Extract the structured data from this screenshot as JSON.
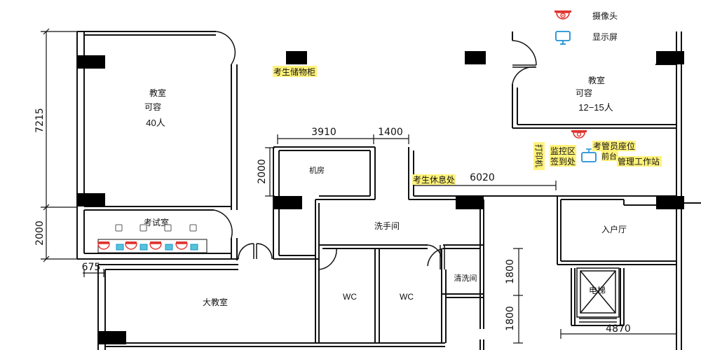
{
  "legend": {
    "camera_label": "摄像头",
    "display_label": "显示屏"
  },
  "rooms": {
    "classroom_left_title": "教室",
    "classroom_left_capacity_label": "可容",
    "classroom_left_capacity": "40人",
    "classroom_right_title": "教室",
    "classroom_right_capacity_label": "可容",
    "classroom_right_capacity": "12−15人",
    "machine_room": "机房",
    "washroom": "洗手间",
    "exam_room": "考试室",
    "big_classroom": "大教室",
    "wc_left": "WC",
    "wc_right": "WC",
    "cleaning_room": "清洗间",
    "entrance_hall": "入户厅",
    "elevator": "电梯"
  },
  "annotations": {
    "storage": "考生储物柜",
    "rest_area": "考生休息处",
    "proctor_seat": "考管员座位",
    "monitor_area": "监控区",
    "sign_in": "签到处",
    "front_desk": "前台",
    "management_station": "管理工作站",
    "printer": "打印机"
  },
  "dimensions": {
    "d7215": "7215",
    "d2000_left": "2000",
    "d675": "675",
    "d3910": "3910",
    "d1400": "1400",
    "d2000_mid": "2000",
    "d6020": "6020",
    "d1800_top": "1800",
    "d1800_bottom": "1800",
    "d4870": "4870"
  },
  "colors": {
    "wall": "#111111",
    "highlight": "#fff27a",
    "camera": "#e0342f",
    "display": "#1e90d6"
  }
}
